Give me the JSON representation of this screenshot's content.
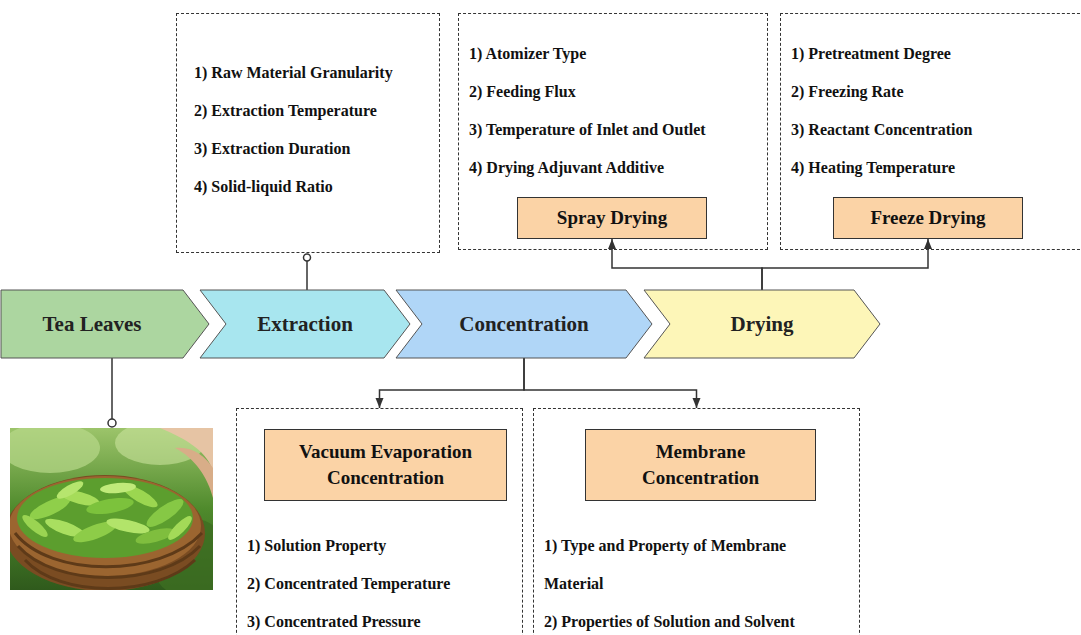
{
  "diagram": {
    "nodes": [
      {
        "text": [
          "1) Raw Material Granularity",
          "2) Extraction Temperature",
          "3) Extraction Duration",
          "4) Solid-liquid Ratio"
        ]
      },
      {
        "text": [
          "1) Atomizer Type",
          "2) Feeding Flux",
          "3) Temperature of Inlet and Outlet",
          "4) Drying Adjuvant Additive"
        ]
      },
      {
        "text": [
          "Spray Drying"
        ],
        "in": 1
      },
      {
        "text": [
          "1) Pretreatment Degree",
          "2) Freezing Rate",
          "3) Reactant Concentration",
          "4) Heating Temperature"
        ]
      },
      {
        "text": [
          "Freeze Drying"
        ],
        "in": 3
      },
      {
        "text": [
          "Tea Leaves"
        ]
      },
      {
        "text": [
          "Extraction"
        ]
      },
      {
        "text": [
          "Concentration"
        ]
      },
      {
        "text": [
          "Drying"
        ]
      },
      {
        "text": [
          "1) Solution Property",
          "2) Concentrated Temperature",
          "3) Concentrated Pressure"
        ]
      },
      {
        "text": [
          "Vacuum Evaporation Concentration"
        ],
        "in": 9
      },
      {
        "text": [
          "1) Type and Property of Membrane Material",
          "2) Properties of Solution and Solvent"
        ]
      },
      {
        "text": [
          "Membrane Concentration"
        ],
        "in": 11
      }
    ],
    "edges": [
      {
        "from": 6,
        "to": 0,
        "arrow": "none"
      },
      {
        "from": 8,
        "to": 2,
        "arrow": "to"
      },
      {
        "from": 8,
        "to": 4,
        "arrow": "to"
      },
      {
        "from": 7,
        "to": 9,
        "arrow": "to"
      },
      {
        "from": 7,
        "to": 11,
        "arrow": "to"
      }
    ]
  }
}
